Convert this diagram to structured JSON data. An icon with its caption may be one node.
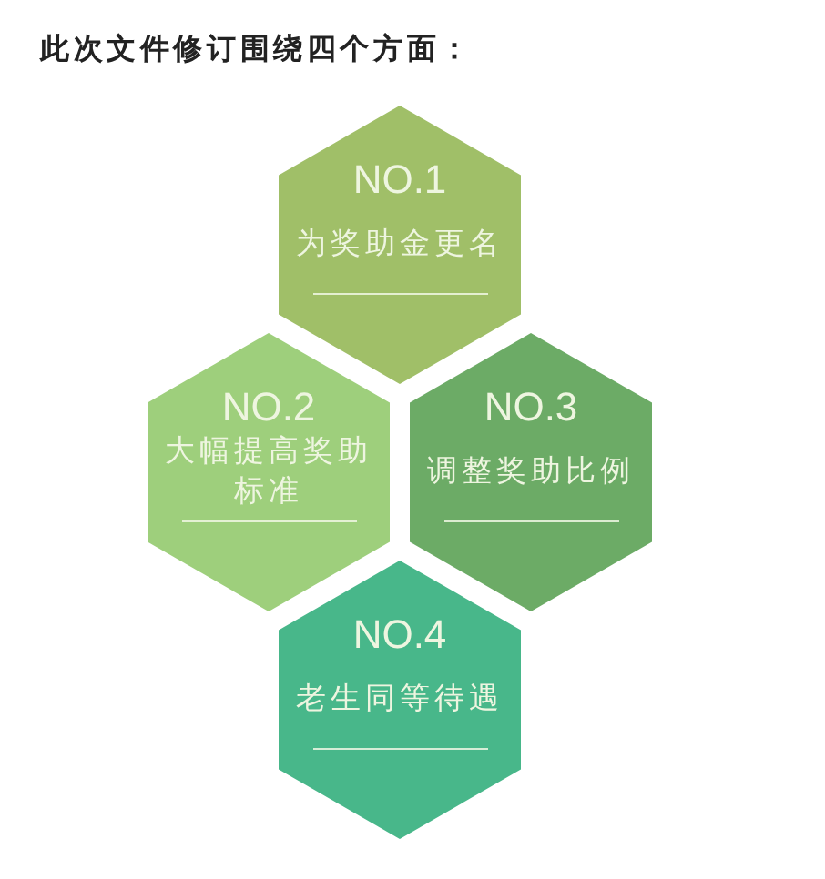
{
  "diagram": {
    "title": "此次文件修订围绕四个方面：",
    "nodes": [
      {
        "text": [
          "NO.1",
          "为奖助金更名"
        ]
      },
      {
        "text": [
          "NO.2",
          "大幅提高奖助标准"
        ]
      },
      {
        "text": [
          "NO.3",
          "调整奖助比例"
        ]
      },
      {
        "text": [
          "NO.4",
          "老生同等待遇"
        ]
      }
    ]
  }
}
